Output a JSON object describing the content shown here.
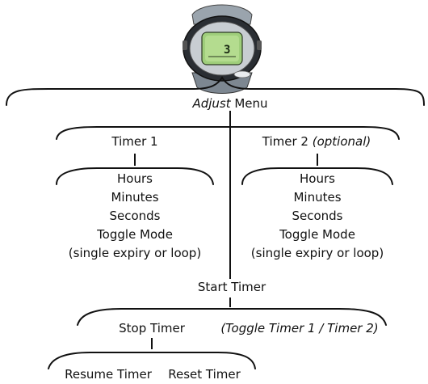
{
  "watch": {
    "display_digits": "3"
  },
  "root": {
    "label_italic": "Adjust",
    "label_rest": " Menu"
  },
  "timer1": {
    "title": "Timer 1",
    "items": [
      "Hours",
      "Minutes",
      "Seconds",
      "Toggle Mode",
      "(single expiry or loop)"
    ]
  },
  "timer2": {
    "title": "Timer 2",
    "title_note": " (optional)",
    "items": [
      "Hours",
      "Minutes",
      "Seconds",
      "Toggle Mode",
      "(single expiry or loop)"
    ]
  },
  "start": {
    "label": "Start Timer"
  },
  "stop": {
    "label": "Stop Timer",
    "toggle_note": "(Toggle Timer 1 / Timer 2)"
  },
  "after_stop": {
    "resume": "Resume Timer",
    "reset": "Reset Timer"
  }
}
